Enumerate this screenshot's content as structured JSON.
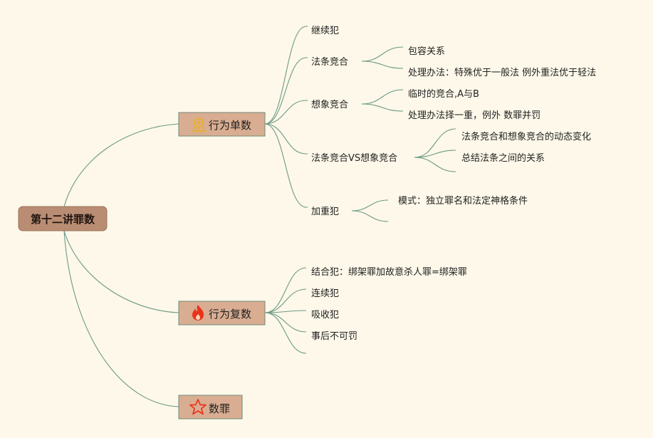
{
  "root": {
    "label": "第十二讲罪数"
  },
  "branches": [
    {
      "label": "行为单数",
      "icon": "medal-icon",
      "children": [
        {
          "label": "继续犯",
          "children": []
        },
        {
          "label": "法条竞合",
          "children": [
            {
              "label": "包容关系"
            },
            {
              "label": "处理办法：特殊优于一般法 例外重法优于轻法"
            }
          ]
        },
        {
          "label": "想象竞合",
          "children": [
            {
              "label": "临时的竞合,A与B"
            },
            {
              "label": "处理办法择一重，例外 数罪并罚"
            }
          ]
        },
        {
          "label": "法条竞合VS想象竞合",
          "children": [
            {
              "label": "法条竞合和想象竞合的动态变化"
            },
            {
              "label": "总结法条之间的关系"
            },
            {
              "label": ""
            }
          ]
        },
        {
          "label": "加重犯",
          "children": [
            {
              "label": "模式：独立罪名和法定神格条件"
            },
            {
              "label": ""
            }
          ]
        }
      ]
    },
    {
      "label": "行为复数",
      "icon": "fire-icon",
      "children": [
        {
          "label": "结合犯：绑架罪加故意杀人罪=绑架罪",
          "children": []
        },
        {
          "label": "连续犯",
          "children": []
        },
        {
          "label": "吸收犯",
          "children": []
        },
        {
          "label": "事后不可罚",
          "children": []
        },
        {
          "label": "",
          "children": []
        }
      ]
    },
    {
      "label": "数罪",
      "icon": "star-icon",
      "children": []
    }
  ],
  "colors": {
    "background": "#fdf8e9",
    "root_fill": "#b98d73",
    "branch_fill": "#d9ad91",
    "edge": "#6d9a86",
    "medal_icon": "#e6b12a",
    "fire_icon": "#e8341c",
    "star_icon": "#e8341c"
  }
}
